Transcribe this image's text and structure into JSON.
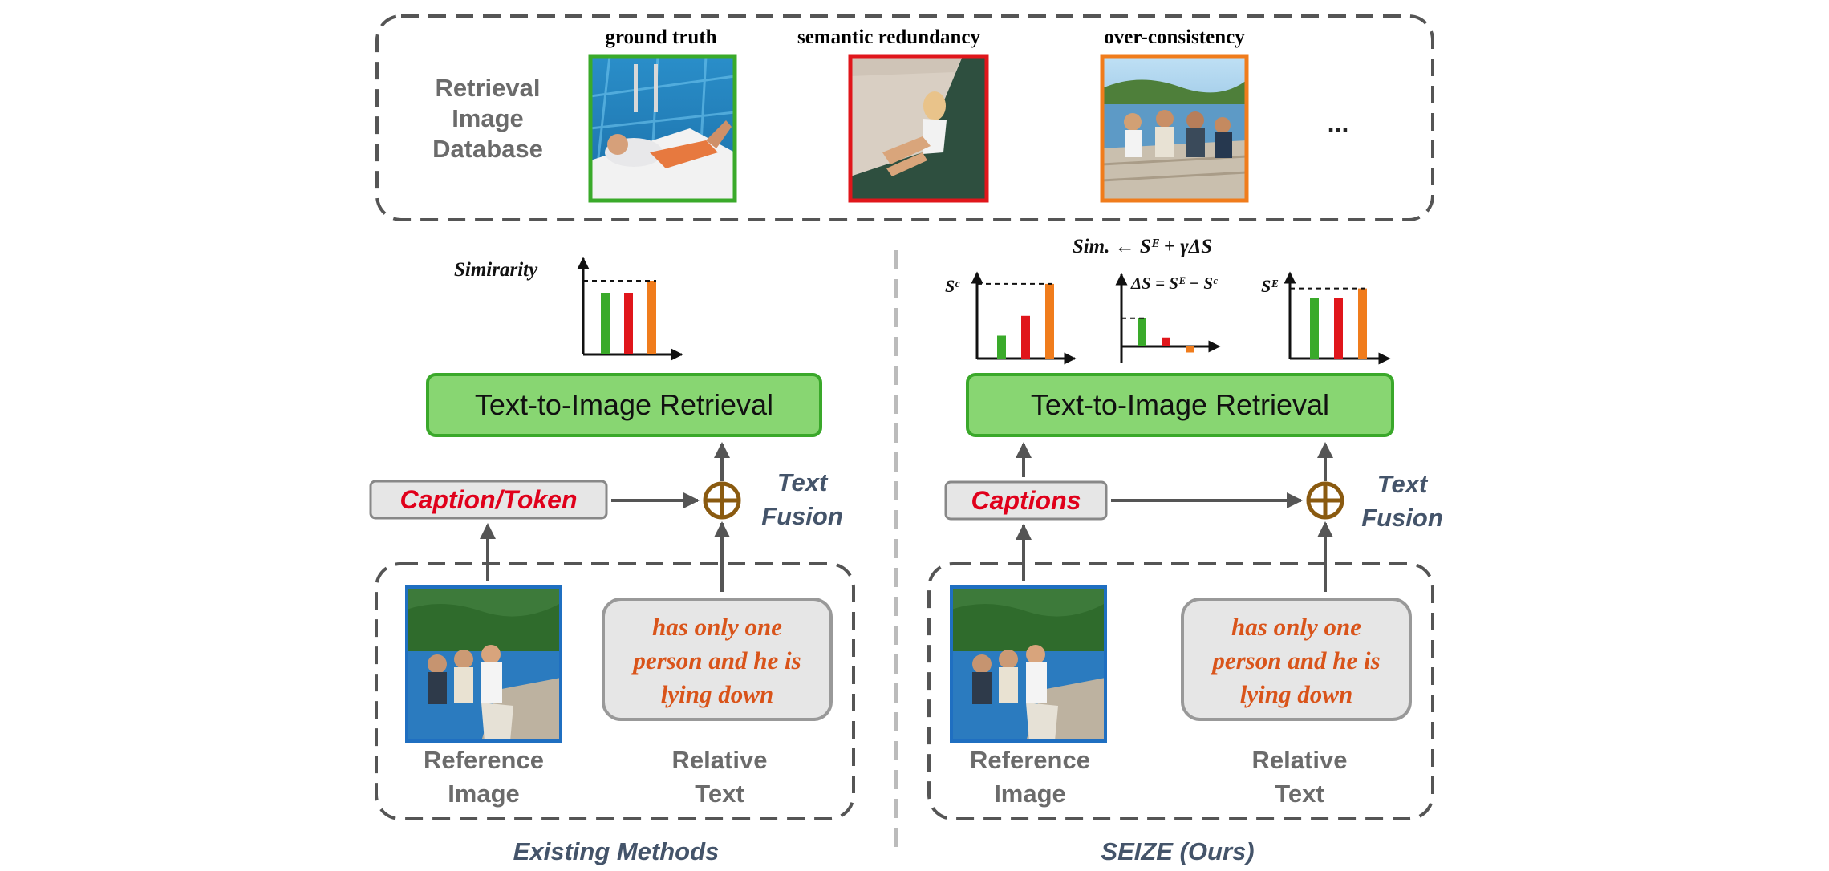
{
  "database": {
    "label_lines": [
      "Retrieval",
      "Image",
      "Database"
    ],
    "items": [
      {
        "caption": "ground truth",
        "border": "#3aaa2a"
      },
      {
        "caption": "semantic redundancy",
        "border": "#e0161b"
      },
      {
        "caption": "over-consistency",
        "border": "#f07c1c"
      }
    ],
    "ellipsis": "..."
  },
  "left": {
    "sim_label": "Simirarity",
    "bars": [
      0.77,
      0.77,
      0.92
    ],
    "retrieval": "Text-to-Image Retrieval",
    "caption_box": "Caption/Token",
    "fusion_lines": [
      "Text",
      "Fusion"
    ],
    "ref_lines": [
      "Reference",
      "Image"
    ],
    "rel_lines": [
      "Relative",
      "Text"
    ],
    "query_lines": [
      "has only one",
      "person and he is",
      "lying down"
    ],
    "title": "Existing Methods"
  },
  "right": {
    "formula": "Sim. ← Sᴱ + γΔS",
    "sc_label": "Sᶜ",
    "se_label": "Sᴱ",
    "ds_label": "ΔS = Sᴱ − Sᶜ",
    "sc_bars": [
      0.3,
      0.56,
      0.98
    ],
    "se_bars": [
      0.79,
      0.79,
      0.92
    ],
    "ds_bars": [
      0.47,
      0.15,
      -0.1
    ],
    "retrieval": "Text-to-Image Retrieval",
    "caption_box": "Captions",
    "fusion_lines": [
      "Text",
      "Fusion"
    ],
    "ref_lines": [
      "Reference",
      "Image"
    ],
    "rel_lines": [
      "Relative",
      "Text"
    ],
    "query_lines": [
      "has only one",
      "person and he is",
      "lying down"
    ],
    "title": "SEIZE (Ours)"
  },
  "colors": {
    "green": "#3aaa2a",
    "red": "#e0161b",
    "orange": "#f07c1c",
    "retrieval_fill": "#88d672",
    "retrieval_border": "#3aa82a",
    "caption_text": "#e0001b",
    "fusion_text": "#44546a",
    "query_text": "#d9541a",
    "label_text": "#6b6b6b",
    "fusion_symbol": "#8a5a10"
  }
}
